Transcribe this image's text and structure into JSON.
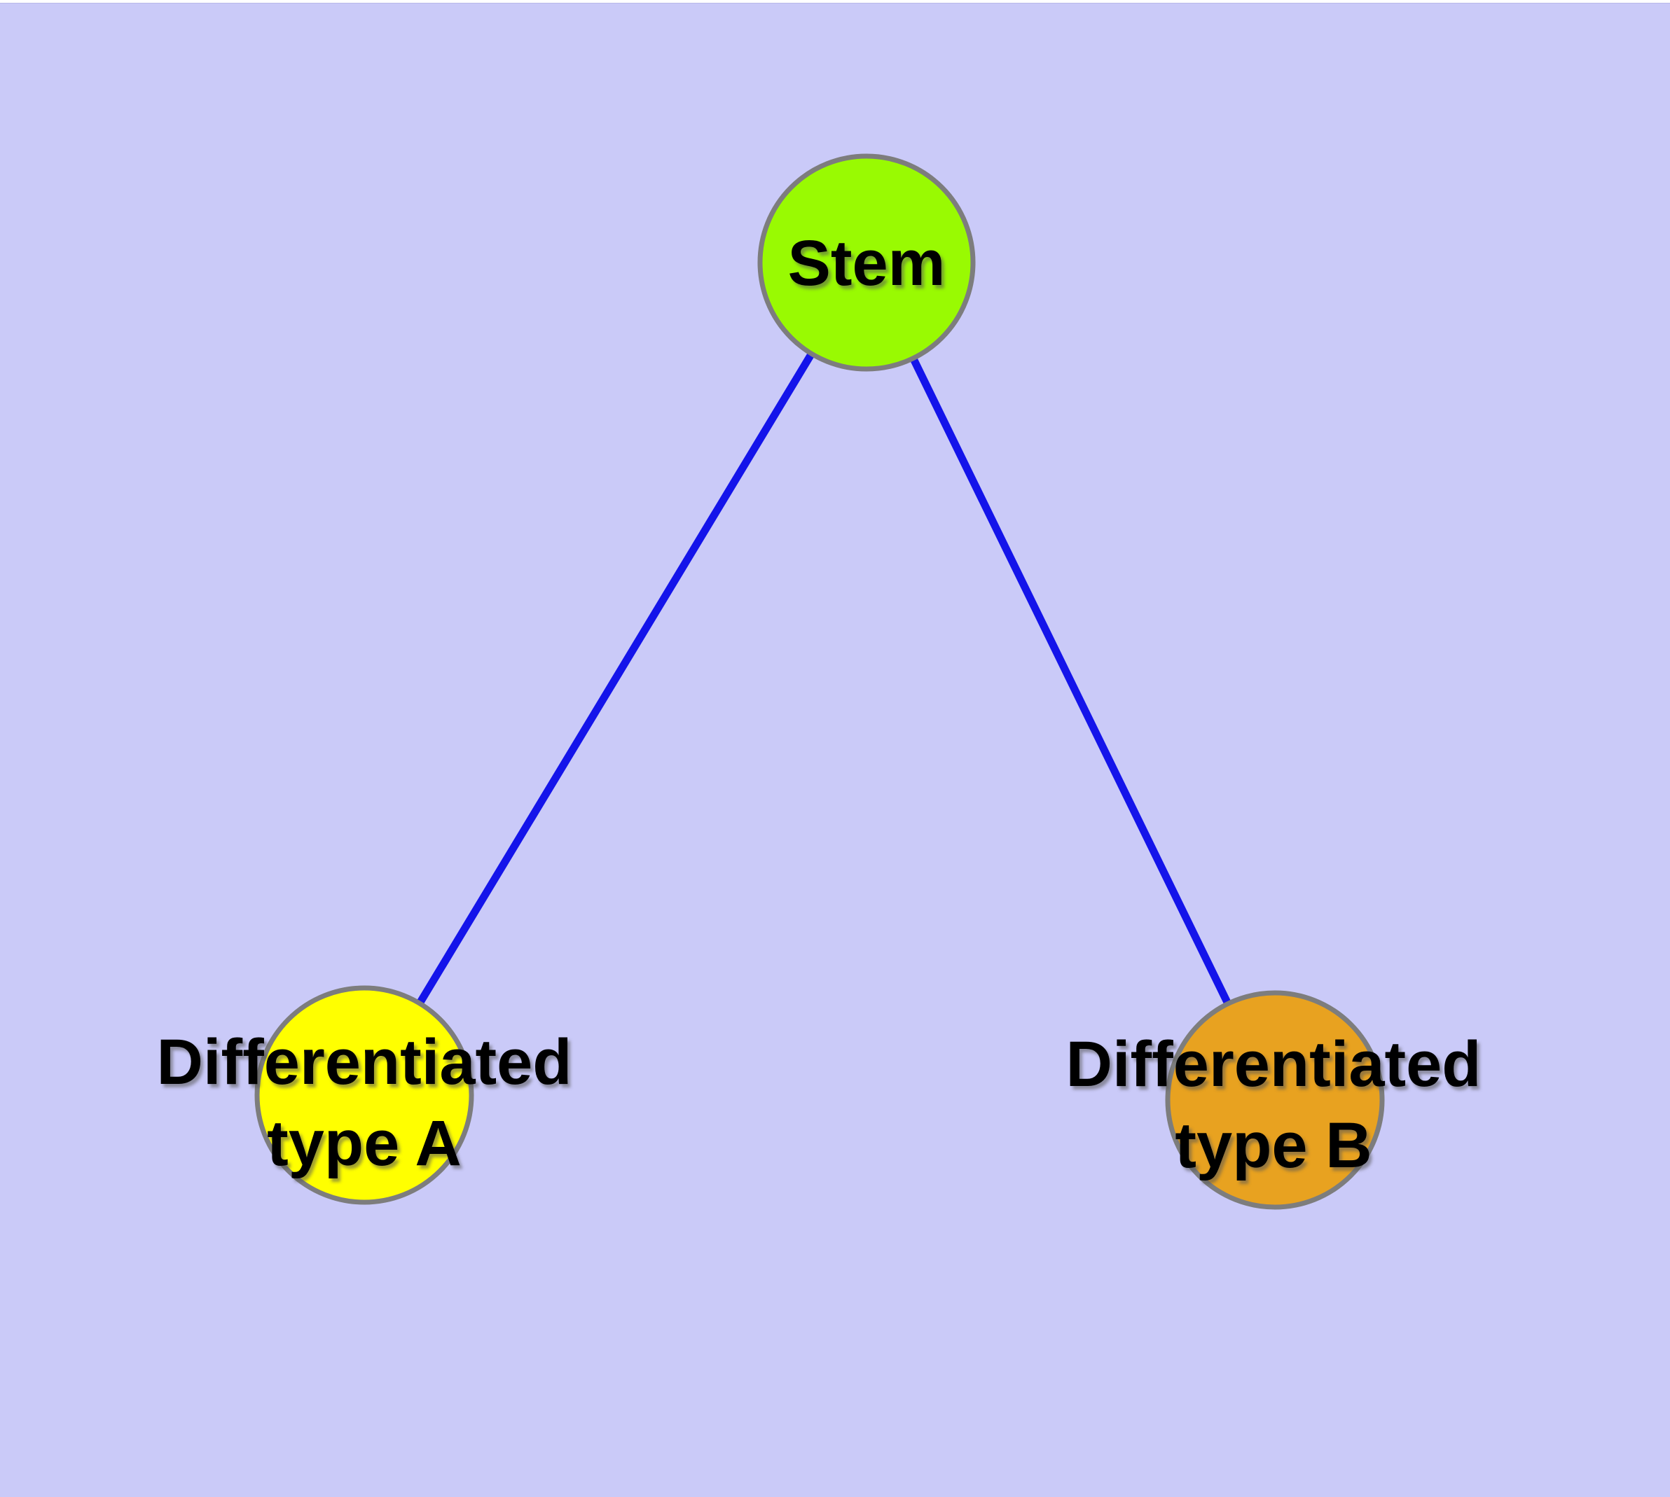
{
  "colors": {
    "background": "#CACAF8",
    "top_strip": "#FFFFFF",
    "edge": "#1414EA",
    "node_border": "#7D7D7D",
    "label": "#000000"
  },
  "nodes": {
    "stem": {
      "label": "Stem",
      "fill": "#99FA02"
    },
    "type_a": {
      "label_line1": "Differentiated",
      "label_line2": "type A",
      "fill": "#FFFF00"
    },
    "type_b": {
      "label_line1": "Differentiated",
      "label_line2": "type B",
      "fill": "#E8A220"
    }
  },
  "edges": [
    {
      "from": "Stem",
      "to": "Differentiated type A"
    },
    {
      "from": "Stem",
      "to": "Differentiated type B"
    }
  ]
}
